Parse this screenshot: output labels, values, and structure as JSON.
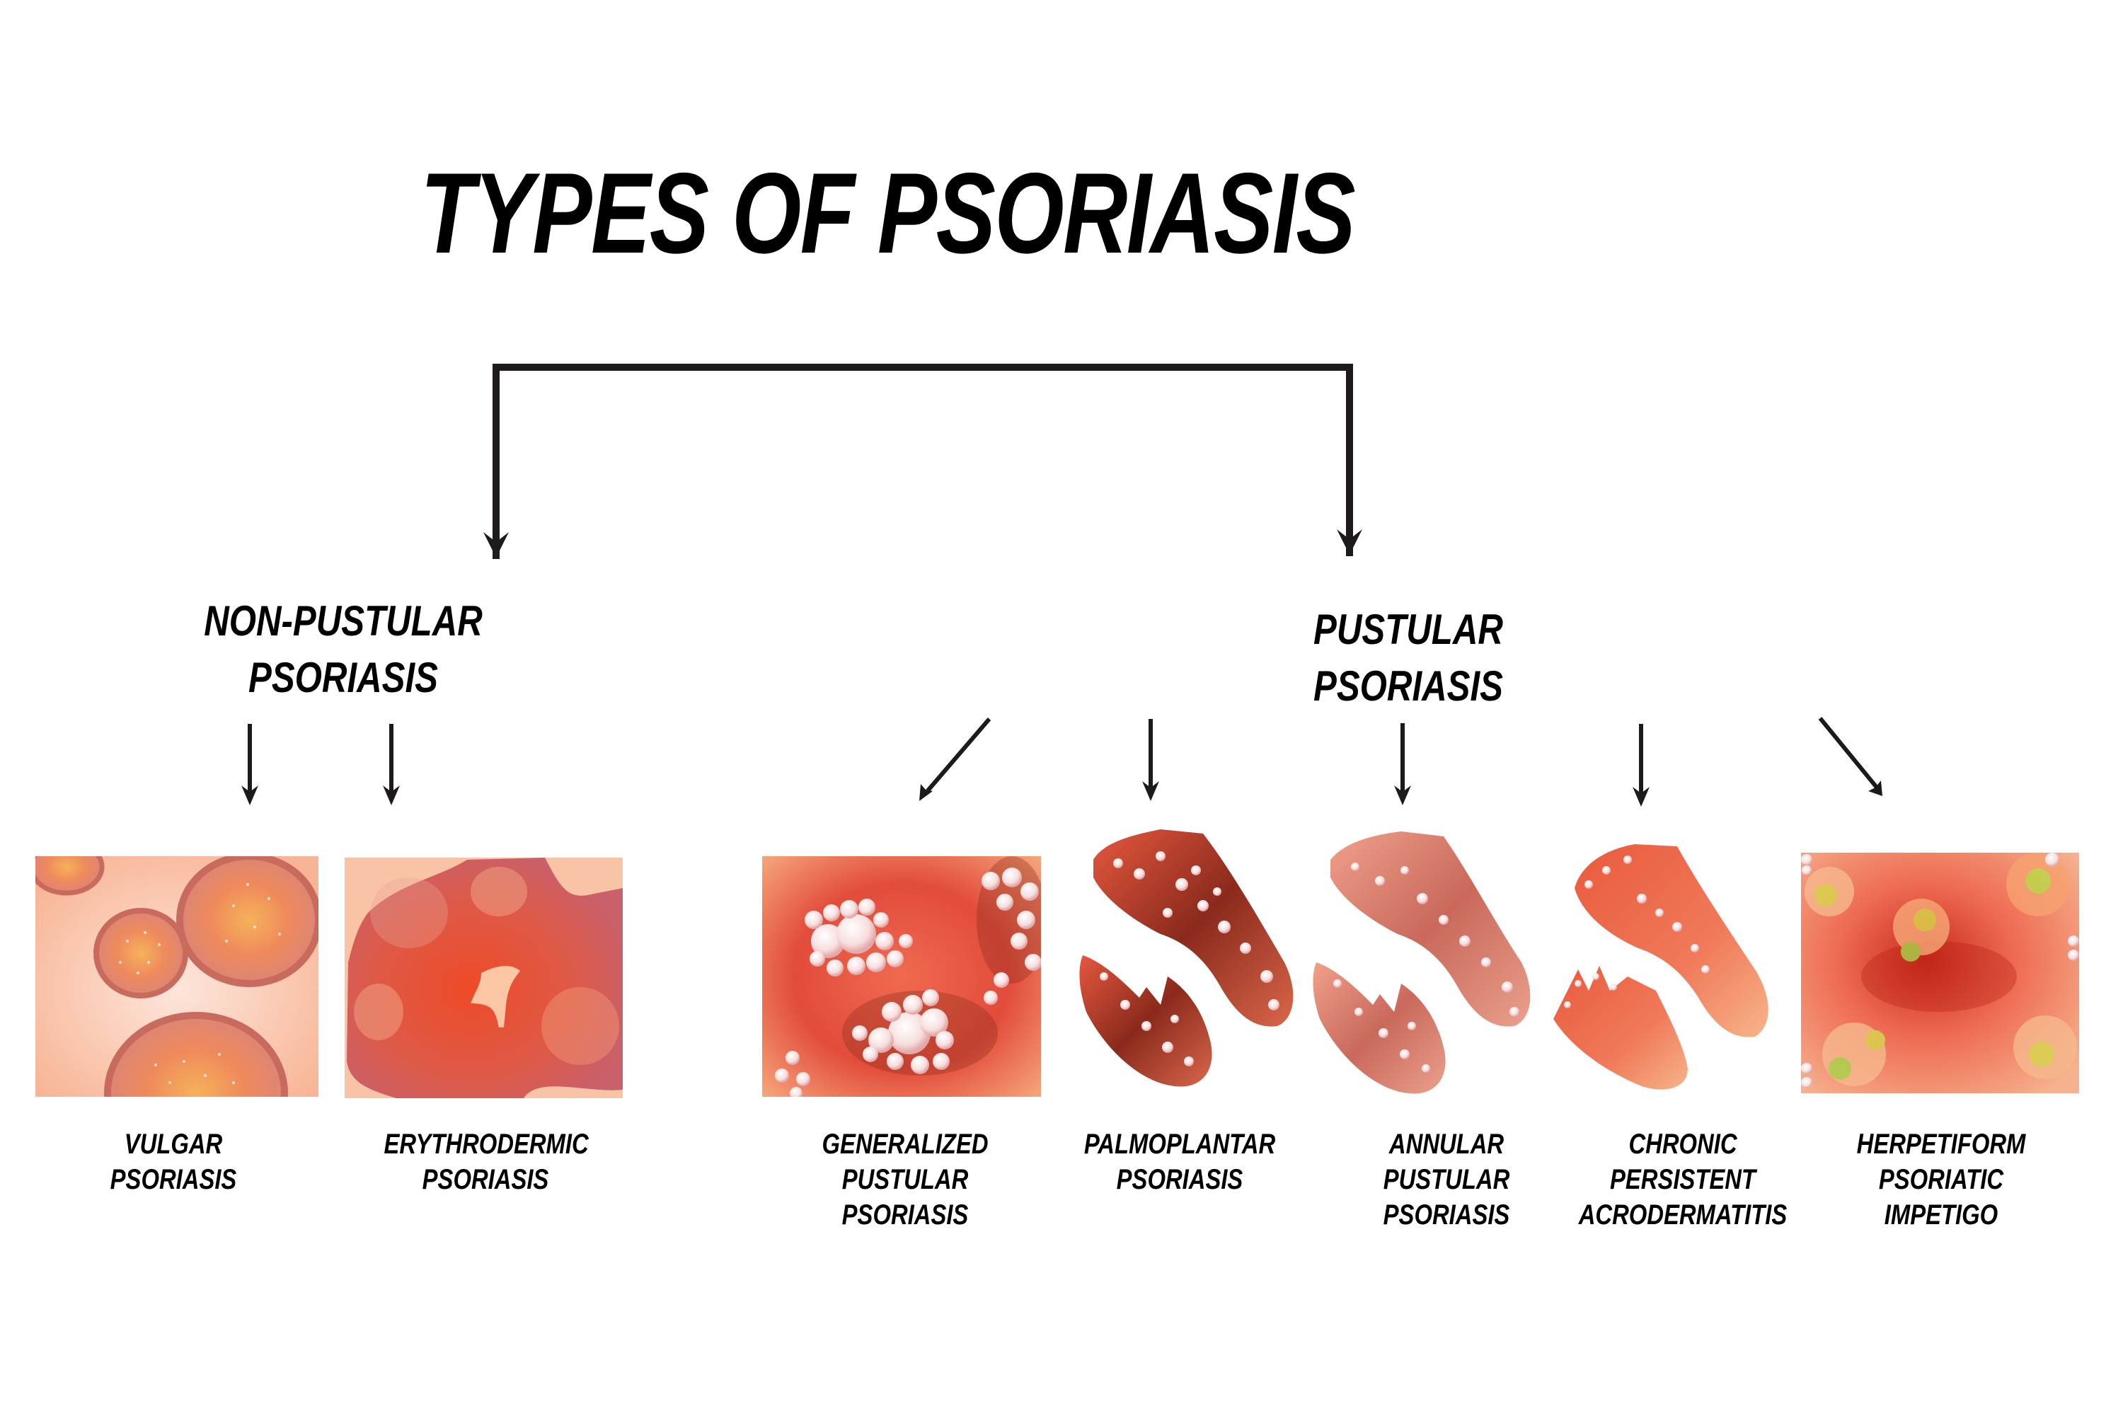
{
  "title": "TYPES OF PSORIASIS",
  "categories": {
    "non_pustular": {
      "lines": [
        "NON-PUSTULAR",
        "PSORIASIS"
      ],
      "types": [
        {
          "lines": [
            "VULGAR",
            "PSORIASIS"
          ],
          "illustration": "plaque-circles"
        },
        {
          "lines": [
            "ERYTHRODERMIC",
            "PSORIASIS"
          ],
          "illustration": "red-blob-skin"
        }
      ]
    },
    "pustular": {
      "lines": [
        "PUSTULAR",
        "PSORIASIS"
      ],
      "types": [
        {
          "lines": [
            "GENERALIZED",
            "PUSTULAR",
            "PSORIASIS"
          ],
          "illustration": "pustule-clusters"
        },
        {
          "lines": [
            "PALMOPLANTAR",
            "PSORIASIS"
          ],
          "illustration": "foot-and-hand-dark"
        },
        {
          "lines": [
            "ANNULAR",
            "PUSTULAR",
            "PSORIASIS"
          ],
          "illustration": "foot-and-hand-pale"
        },
        {
          "lines": [
            "CHRONIC",
            "PERSISTENT",
            "ACRODERMATITIS"
          ],
          "illustration": "foot-and-hand-fingertips"
        },
        {
          "lines": [
            "HERPETIFORM",
            "PSORIATIC",
            "IMPETIGO"
          ],
          "illustration": "yellow-green-crusts"
        }
      ]
    }
  },
  "colors": {
    "text": "#000000",
    "arrow": "#1f1a1a",
    "skin_light": "#f9c3a5",
    "skin_red": "#e65a3f",
    "plaque_rim": "#c86b5e",
    "dark_red": "#7a2418",
    "pustule": "#fbe3e3",
    "crust_green": "#a8d64a"
  }
}
